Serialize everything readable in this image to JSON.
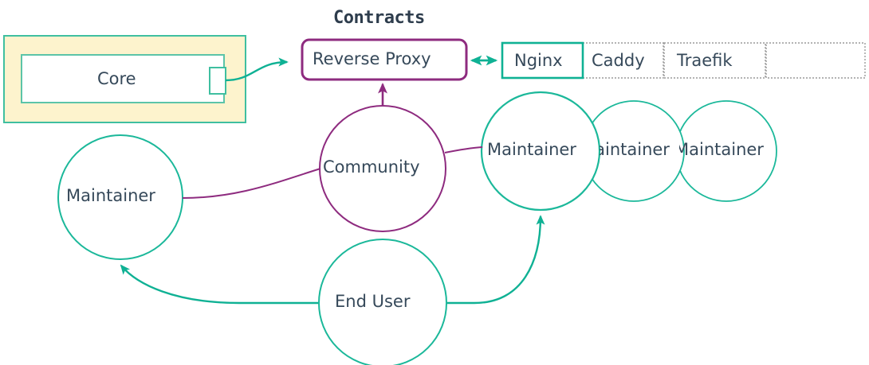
{
  "diagram": {
    "title": "Contracts",
    "colors": {
      "teal": "#0fb194",
      "purple": "#8e2b7f",
      "text": "#36495a",
      "title_text": "#2e3d4d",
      "container_fill": "#fdf3cd",
      "container_border": "#3fbfa0",
      "cell_border": "#9a9a9a",
      "white": "#ffffff"
    },
    "container": {
      "name": "core-container",
      "inner_label": "Core"
    },
    "reverse_proxy": {
      "label": "Reverse Proxy"
    },
    "implementation_table": {
      "cells": [
        {
          "label": "Nginx",
          "selected": true
        },
        {
          "label": "Caddy",
          "selected": false
        },
        {
          "label": "Traefik",
          "selected": false
        },
        {
          "label": "",
          "selected": false
        }
      ]
    },
    "actors": {
      "community": "Community",
      "maintainer_left": "Maintainer",
      "maintainer_1": "Maintainer",
      "maintainer_2": "Maintainer",
      "maintainer_3": "Maintainer",
      "end_user": "End User"
    }
  }
}
